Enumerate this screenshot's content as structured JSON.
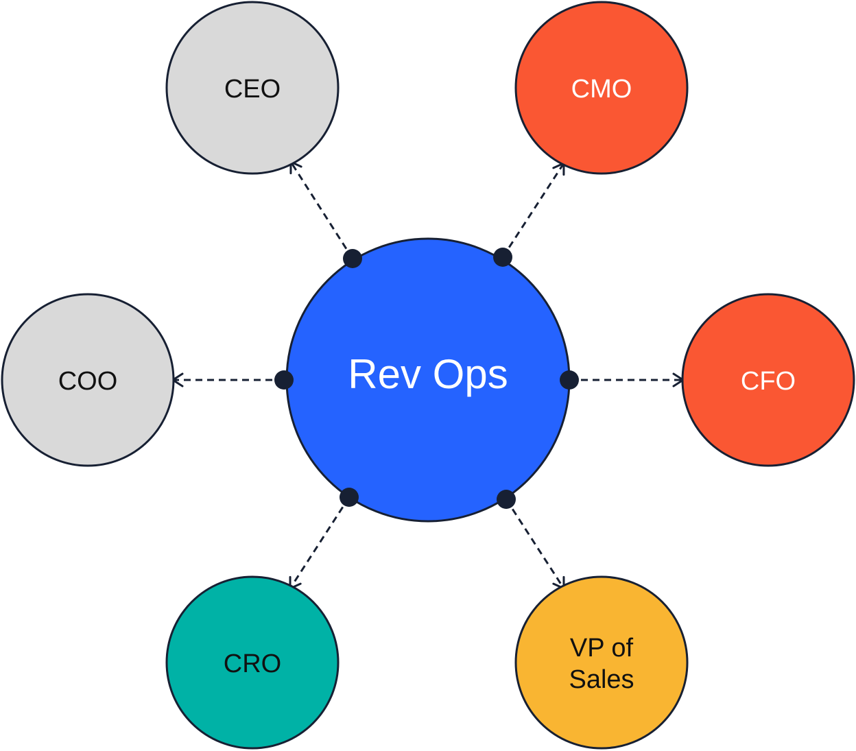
{
  "center": {
    "label": "Rev Ops",
    "fill": "#2563ff",
    "text_color": "#ffffff"
  },
  "nodes": [
    {
      "id": "ceo",
      "lines": [
        "CEO"
      ],
      "fill": "#d9d9d9",
      "text_color": "#111111"
    },
    {
      "id": "cmo",
      "lines": [
        "CMO"
      ],
      "fill": "#fa5733",
      "text_color": "#ffffff"
    },
    {
      "id": "coo",
      "lines": [
        "COO"
      ],
      "fill": "#d9d9d9",
      "text_color": "#111111"
    },
    {
      "id": "cfo",
      "lines": [
        "CFO"
      ],
      "fill": "#fa5733",
      "text_color": "#ffffff"
    },
    {
      "id": "cro",
      "lines": [
        "CRO"
      ],
      "fill": "#00b2a6",
      "text_color": "#111111"
    },
    {
      "id": "vp-of-sales",
      "lines": [
        "VP of",
        "Sales"
      ],
      "fill": "#f9b532",
      "text_color": "#111111"
    }
  ],
  "edges": [
    {
      "from": "rev-ops",
      "to": "ceo"
    },
    {
      "from": "rev-ops",
      "to": "cmo"
    },
    {
      "from": "rev-ops",
      "to": "coo"
    },
    {
      "from": "rev-ops",
      "to": "cfo"
    },
    {
      "from": "rev-ops",
      "to": "cro"
    },
    {
      "from": "rev-ops",
      "to": "vp-of-sales"
    }
  ],
  "colors": {
    "stroke": "#172033"
  }
}
